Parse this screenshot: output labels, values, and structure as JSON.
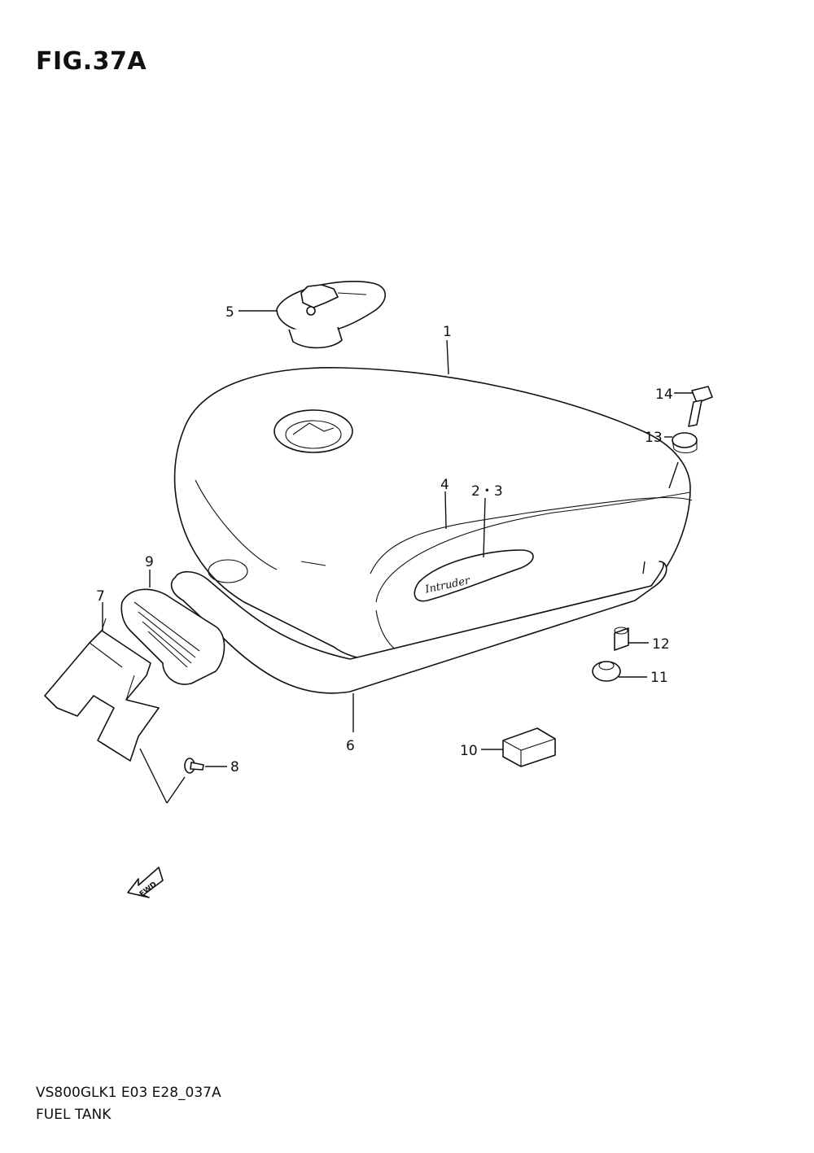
{
  "figure": {
    "title": "FIG.37A"
  },
  "callouts": {
    "c1": "1",
    "c2_3": "2・3",
    "c4": "4",
    "c5": "5",
    "c6": "6",
    "c7": "7",
    "c8": "8",
    "c9": "9",
    "c10": "10",
    "c11": "11",
    "c12": "12",
    "c13": "13",
    "c14": "14"
  },
  "emblem_text": "Intruder",
  "fwd_text": "FWD",
  "footer": {
    "model_code": "VS800GLK1 E03 E28_037A",
    "diagram_name": "FUEL TANK"
  }
}
